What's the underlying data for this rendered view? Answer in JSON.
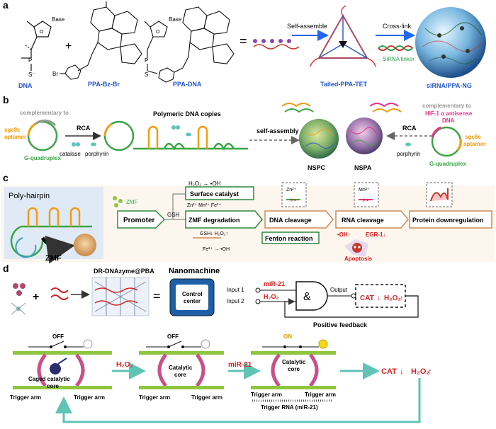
{
  "panel_a": {
    "letter": "a",
    "dna": "DNA",
    "base1": "Base",
    "base2": "Base",
    "o1": "O",
    "o2": "O",
    "p1": "P",
    "p2": "P",
    "s1": "S⁻",
    "s2": "S",
    "br": "Br",
    "plus": "+",
    "ppa_bz_br": "PPA-Bz-Br",
    "ppa_dna": "PPA-DNA",
    "equals": "=",
    "self_assemble": "Self-assemble",
    "cross_link": "Cross-link",
    "sirna_linker": "SiRNA linker",
    "tailed_ppa_tet": "Tailed-PPA-TET",
    "sirna_ppa_ng": "siRNA/PPA-NG",
    "colors": {
      "blue_label": "#2255cc",
      "arrow": "#2266ee"
    }
  },
  "panel_b": {
    "letter": "b",
    "complementary_left": "complementary to",
    "sgc8c_left": "sgc8c\naptamer",
    "g_quad_left": "G-quadruplex",
    "rca_left": "RCA",
    "catalase": "catalase",
    "porphyrin_left": "porphyrin",
    "polymeric_copies": "Polymeric DNA copies",
    "self_assembly": "self-assembly",
    "nspc": "NSPC",
    "nspa": "NSPA",
    "rca_right": "RCA",
    "porphyrin_right": "porphyrin",
    "complementary_right": "complementary to",
    "hif": "HIF-1 α antisense\nDNA",
    "sgc8c_right": "sgc8c\naptamer",
    "g_quad_right": "G-quadruplex",
    "colors": {
      "orange": "#f39c12",
      "green": "#3aa544",
      "pink": "#e8308a",
      "gray": "#999999"
    }
  },
  "panel_c": {
    "letter": "c",
    "poly_hairpin": "Poly-hairpin",
    "zmf_small": "ZMF",
    "zmf": "ZMF",
    "h2o2_oh": "H₂O₂ → •OH",
    "surface_catalyst": "Surface catalyst",
    "promoter": "Promoter",
    "gsh": "GSH",
    "ions": "Zn²⁺  Mn²⁺  Fe²⁺",
    "zmf_degradation": "ZMF degradation",
    "dna_cleavage": "DNA cleavage",
    "rna_cleavage": "RNA cleavage",
    "protein_down": "Protein downregulation",
    "zn_box": "Zn²⁺",
    "mn_box": "Mn²⁺",
    "gsh_h2o2": "GSH↓  H₂O₂↑",
    "fe_oh": "Fe²⁺ → •OH",
    "fenton": "Fenton reaction",
    "oh_up": "•OH↑",
    "egr": "EGR-1↓",
    "apoptosis": "Apoptosis",
    "colors": {
      "box_border": "#2e8b3a",
      "arrow": "#d08a55",
      "red": "#d62020"
    }
  },
  "panel_d": {
    "letter": "d",
    "plus": "+",
    "dr_dnazyme": "DR-DNAzyme@PBA",
    "nanomachine": "Nanomachine",
    "equals": "=",
    "control_center": "Control\ncenter",
    "input1": "Input 1",
    "input2": "Input 2",
    "mir21_in": "miR-21",
    "h2o2_in": "H₂O₂",
    "amp": "&",
    "output": "Output",
    "cat_out": "CAT",
    "h2o2_out": "H₂O₂",
    "positive_feedback": "Positive feedback",
    "off1": "OFF",
    "off2": "OFF",
    "on": "ON",
    "caged_core": "Caged catalytic\ncore",
    "catalytic_core1": "Catalytic\ncore",
    "catalytic_core2": "Catalytic\ncore",
    "trigger_arm": "Trigger arm",
    "h2o2_arrow": "H₂O₂",
    "mir21_arrow": "miR-21",
    "trigger_rna": "Trigger RNA (miR-21)",
    "cat_final": "CAT",
    "h2o2_final": "H₂O₂",
    "colors": {
      "red": "#d62020",
      "teal": "#5fc4b4",
      "green_bar": "#8dc63f",
      "pink": "#c8508a"
    }
  }
}
